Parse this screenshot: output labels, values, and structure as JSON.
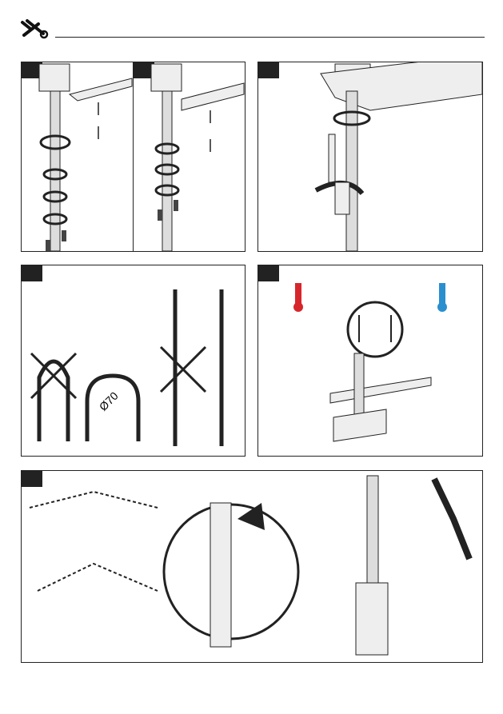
{
  "header": {
    "icon": "wrench-screwdriver-icon"
  },
  "panels": [
    {
      "id": "step-1a"
    },
    {
      "id": "step-1b"
    },
    {
      "id": "step-2"
    },
    {
      "id": "step-3"
    },
    {
      "id": "step-4"
    },
    {
      "id": "step-5"
    }
  ],
  "labels": {
    "hose_min_diameter": "Ø70"
  },
  "colors": {
    "hot": "#d7262b",
    "cold": "#2a8fcf",
    "line": "#222222",
    "metal": "#cfcfcf"
  }
}
